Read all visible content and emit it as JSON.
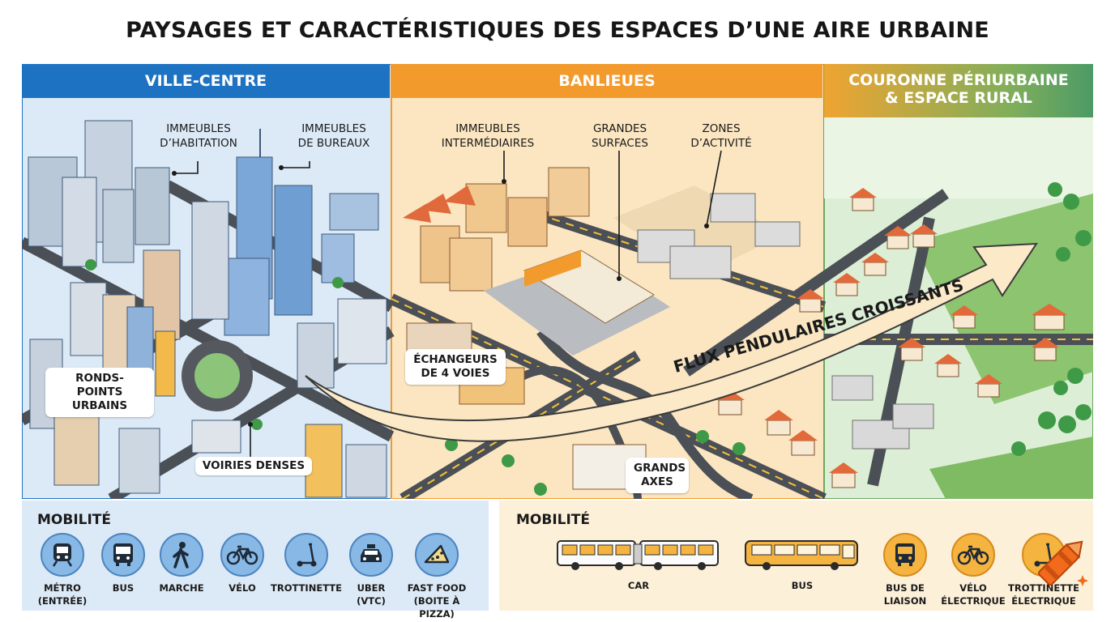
{
  "title": "PAYSAGES ET CARACTÉRISTIQUES DES ESPACES D’UNE AIRE URBAINE",
  "panels": {
    "ville_centre": {
      "header": "VILLE-CENTRE",
      "callouts": [
        {
          "line1": "IMMEUBLES",
          "line2": "D’HABITATION"
        },
        {
          "line1": "IMMEUBLES",
          "line2": "DE BUREAUX"
        }
      ],
      "tags": [
        {
          "line1": "RONDS-POINTS",
          "line2": "URBAINS"
        },
        {
          "line1": "VOIRIES DENSES",
          "line2": ""
        }
      ]
    },
    "banlieues": {
      "header": "BANLIEUES",
      "callouts": [
        {
          "line1": "IMMEUBLES",
          "line2": "INTERMÉDIAIRES"
        },
        {
          "line1": "GRANDES",
          "line2": "SURFACES"
        },
        {
          "line1": "ZONES",
          "line2": "D’ACTIVITÉ"
        }
      ],
      "tags": [
        {
          "line1": "ÉCHANGEURS",
          "line2": "DE 4 VOIES"
        },
        {
          "line1": "GRANDS",
          "line2": "AXES"
        }
      ]
    },
    "couronne": {
      "header_line1": "COURONNE PÉRIURBAINE",
      "header_line2": "& ESPACE RURAL"
    }
  },
  "arrow_label": "FLUX PENDULAIRES CROISSANTS",
  "mobility_left": {
    "title": "MOBILITÉ",
    "items": [
      {
        "icon": "metro-icon",
        "line1": "MÉTRO",
        "line2": "(ENTRÉE)"
      },
      {
        "icon": "bus-icon",
        "line1": "BUS",
        "line2": ""
      },
      {
        "icon": "walking-icon",
        "line1": "MARCHE",
        "line2": ""
      },
      {
        "icon": "bicycle-icon",
        "line1": "VÉLO",
        "line2": ""
      },
      {
        "icon": "scooter-icon",
        "line1": "TROTTINETTE",
        "line2": ""
      },
      {
        "icon": "taxi-icon",
        "line1": "UBER",
        "line2": "(VTC)"
      },
      {
        "icon": "pizza-icon",
        "line1": "FAST FOOD",
        "line2": "(BOITE À PIZZA)"
      }
    ]
  },
  "mobility_right": {
    "title": "MOBILITÉ",
    "items": [
      {
        "icon": "articulated-bus-icon",
        "line1": "CAR",
        "line2": ""
      },
      {
        "icon": "coach-icon",
        "line1": "BUS",
        "line2": ""
      },
      {
        "icon": "bus-icon",
        "line1": "BUS DE",
        "line2": "LIAISON"
      },
      {
        "icon": "bicycle-icon",
        "line1": "VÉLO",
        "line2": "ÉLECTRIQUE"
      },
      {
        "icon": "scooter-icon",
        "line1": "TROTTINETTE",
        "line2": "ÉLECTRIQUE"
      }
    ]
  },
  "colors": {
    "ville_centre": "#1d73c2",
    "banlieues": "#f39a2c",
    "couronne": "#6aa85e",
    "mobility_left_bg": "#dce9f6",
    "mobility_right_bg": "#fdf0d9",
    "icon_blue": "#87b8e6",
    "icon_orange": "#f5b33f"
  }
}
